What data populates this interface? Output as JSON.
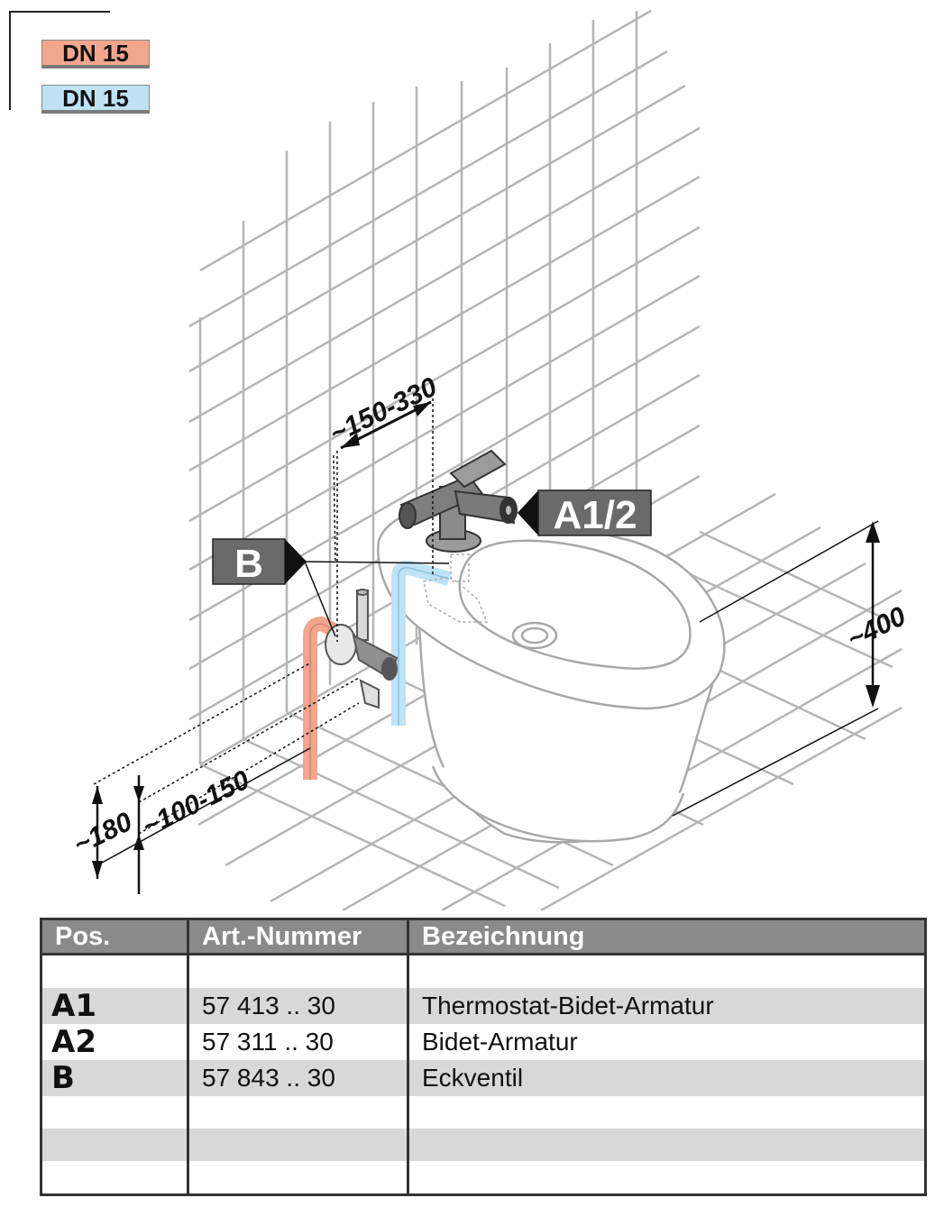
{
  "legend": {
    "hot_label": "DN 15",
    "cold_label": "DN 15",
    "hot_color": "#f3a68e",
    "cold_color": "#bfe3f5"
  },
  "callouts": {
    "faucet": "A1/2",
    "valve": "B"
  },
  "dimensions": {
    "spacing": "~150-330",
    "height": "~400",
    "pipe_height": "~180",
    "pipe_offset": "~100-150"
  },
  "table": {
    "headers": [
      "Pos.",
      "Art.-Nummer",
      "Bezeichnung"
    ],
    "rows": [
      {
        "pos": "",
        "art": "",
        "name": ""
      },
      {
        "pos": "A1",
        "art": "57 413 .. 30",
        "name": "Thermostat-Bidet-Armatur"
      },
      {
        "pos": "A2",
        "art": "57 311 .. 30",
        "name": "Bidet-Armatur"
      },
      {
        "pos": "B",
        "art": "57 843 .. 30",
        "name": "Eckventil"
      },
      {
        "pos": "",
        "art": "",
        "name": ""
      },
      {
        "pos": "",
        "art": "",
        "name": ""
      },
      {
        "pos": "",
        "art": "",
        "name": ""
      }
    ]
  }
}
